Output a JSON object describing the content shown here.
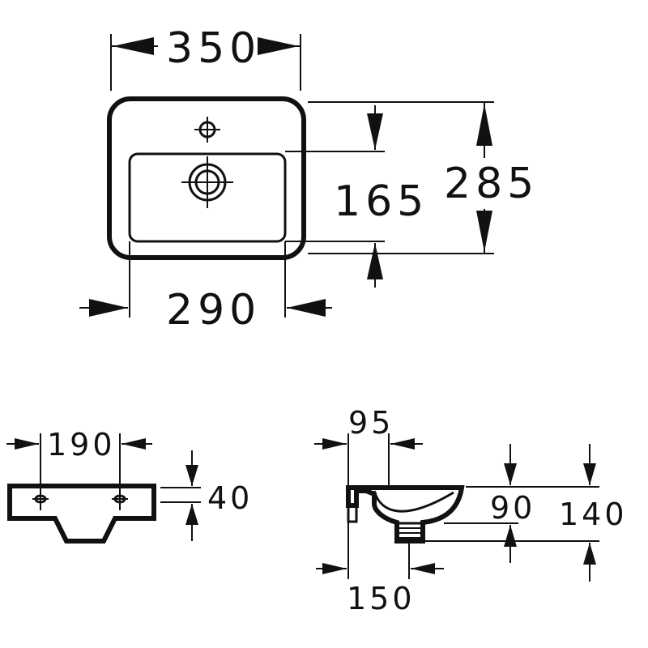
{
  "dimensions": {
    "top_width": "350",
    "top_depth": "285",
    "bowl_depth": "165",
    "bowl_width": "290",
    "front_tap_spacing": "190",
    "front_height": "40",
    "side_tap_offset": "95",
    "side_bowl_height": "90",
    "side_total_height": "140",
    "side_waste_offset": "150"
  }
}
